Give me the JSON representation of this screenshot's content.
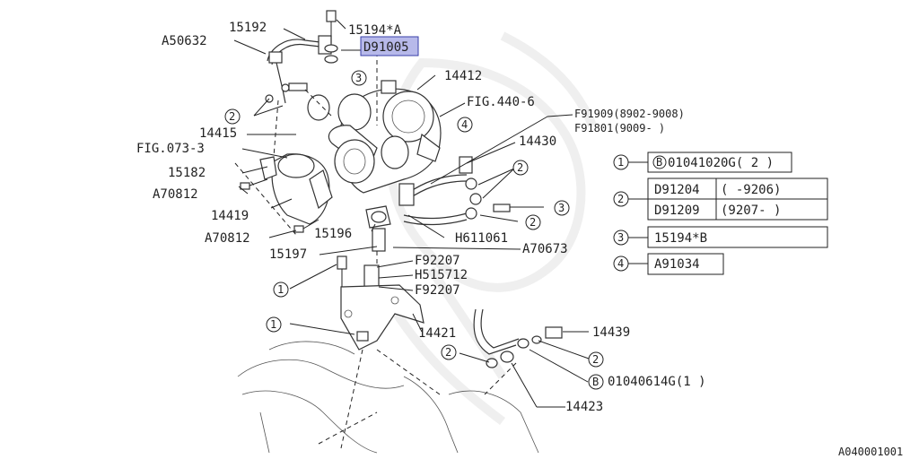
{
  "callouts": {
    "c15192": "15192",
    "c15194a": "15194*A",
    "cA50632": "A50632",
    "cD91005": "D91005",
    "c14412": "14412",
    "cFig440": "FIG.440-6",
    "cF91909": "F91909(8902-9008)",
    "cF91801": "F91801(9009-          )",
    "c14415": "14415",
    "cFig073": "FIG.073-3",
    "c14430": "14430",
    "c15182": "15182",
    "cA70812a": "A70812",
    "c14419": "14419",
    "cA70812b": "A70812",
    "c15196": "15196",
    "cH611061": "H611061",
    "c15197": "15197",
    "cA70673": "A70673",
    "cF92207a": "F92207",
    "cH515712": "H515712",
    "cF92207b": "F92207",
    "c14421": "14421",
    "c14439": "14439",
    "cB01040614G": "01040614G(1 )",
    "c14423": "14423"
  },
  "markers": {
    "one": "1",
    "two": "2",
    "three": "3",
    "four": "4",
    "b": "B"
  },
  "legend": {
    "r1_num": "1",
    "r1_code": "01041020G( 2 )",
    "r2_num": "2",
    "r2a_code": "D91204",
    "r2a_range": "(      -9206)",
    "r2b_code": "D91209",
    "r2b_range": "(9207-       )",
    "r3_num": "3",
    "r3_code": "15194*B",
    "r4_num": "4",
    "r4_code": "A91034"
  },
  "footer_code": "A040001001",
  "colors": {
    "highlight_fill": "#b7b9ea",
    "highlight_stroke": "#3a3fa8",
    "ink": "#222222"
  }
}
